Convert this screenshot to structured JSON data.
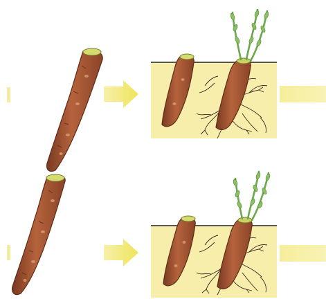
{
  "diagram": {
    "rows": [
      {
        "step_1": "root-cutting",
        "step_2": "planted-cutting-in-soil",
        "step_3": "sprouting-plant-with-roots"
      },
      {
        "step_1": "root-cutting",
        "step_2": "planted-cutting-in-soil",
        "step_3": "sprouting-plant-with-roots"
      }
    ],
    "colors": {
      "soil": "#f7eeaa",
      "soil_line": "#222222",
      "arrow": "#f2ea72",
      "root_fill": "#b2603a",
      "root_dark": "#7a3a22",
      "cut_end": "#cfd86a",
      "shoot": "#8bbf62",
      "fine_roots": "#3a2a22"
    },
    "icons": [
      "arrow-right-icon"
    ]
  }
}
